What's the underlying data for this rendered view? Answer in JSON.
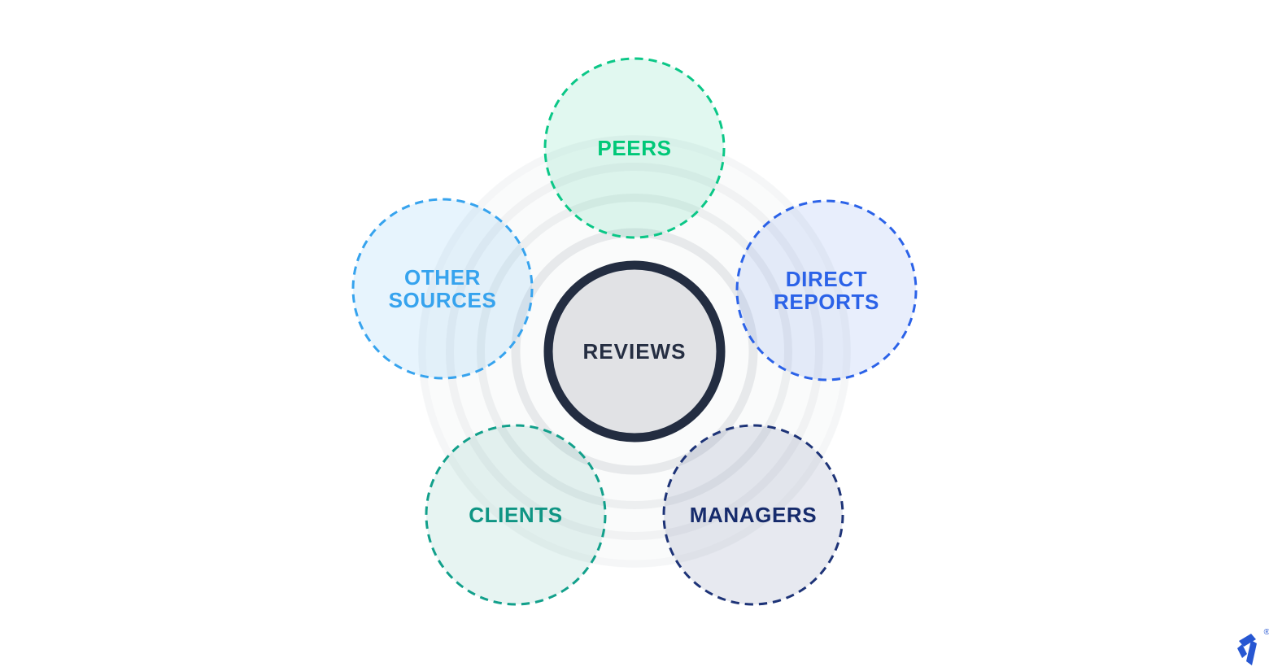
{
  "diagram": {
    "center": {
      "label": "REVIEWS",
      "fill": "#e1e2e5",
      "border_color": "#232d41",
      "text_color": "#252e42"
    },
    "nodes": [
      {
        "id": "peers",
        "lines": [
          "PEERS"
        ],
        "fill": "rgba(11,199,133,0.12)",
        "border_color": "#0bc787",
        "text_color": "#00c878"
      },
      {
        "id": "direct-reports",
        "lines": [
          "DIRECT",
          "REPORTS"
        ],
        "fill": "rgba(43,98,232,0.11)",
        "border_color": "#2b62e8",
        "text_color": "#2b62e8"
      },
      {
        "id": "managers",
        "lines": [
          "MANAGERS"
        ],
        "fill": "rgba(22,43,108,0.10)",
        "border_color": "#1d3377",
        "text_color": "#162b6c"
      },
      {
        "id": "clients",
        "lines": [
          "CLIENTS"
        ],
        "fill": "rgba(15,150,132,0.10)",
        "border_color": "#12a08b",
        "text_color": "#0f9584"
      },
      {
        "id": "other-sources",
        "lines": [
          "OTHER",
          "SOURCES"
        ],
        "fill": "rgba(54,163,238,0.12)",
        "border_color": "#36a3ee",
        "text_color": "#36a3ee"
      }
    ],
    "ripple_rings": [
      {
        "color": "rgba(35,45,65,0.085)"
      },
      {
        "color": "rgba(35,45,65,0.060)"
      },
      {
        "color": "rgba(35,45,65,0.045)"
      },
      {
        "color": "rgba(35,45,65,0.025)"
      }
    ],
    "backdrop_color": "rgba(140,150,165,0.04)"
  },
  "footer": {
    "logo": {
      "icon": "toptal-logo-mark",
      "color": "#2757d2",
      "registered_symbol": "®"
    }
  }
}
